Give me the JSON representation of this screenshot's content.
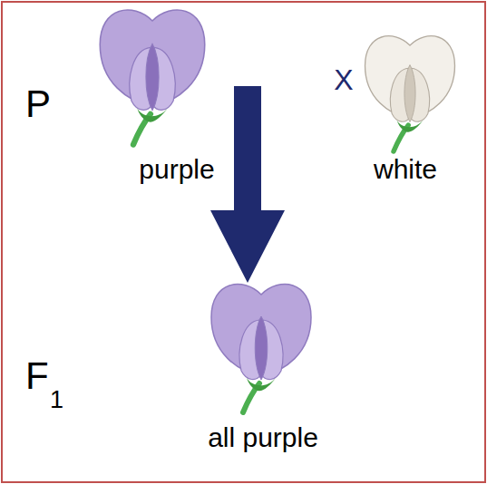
{
  "diagram": {
    "labels": [
      "P",
      "X",
      "purple",
      "white",
      "F",
      "1",
      "all purple"
    ]
  }
}
